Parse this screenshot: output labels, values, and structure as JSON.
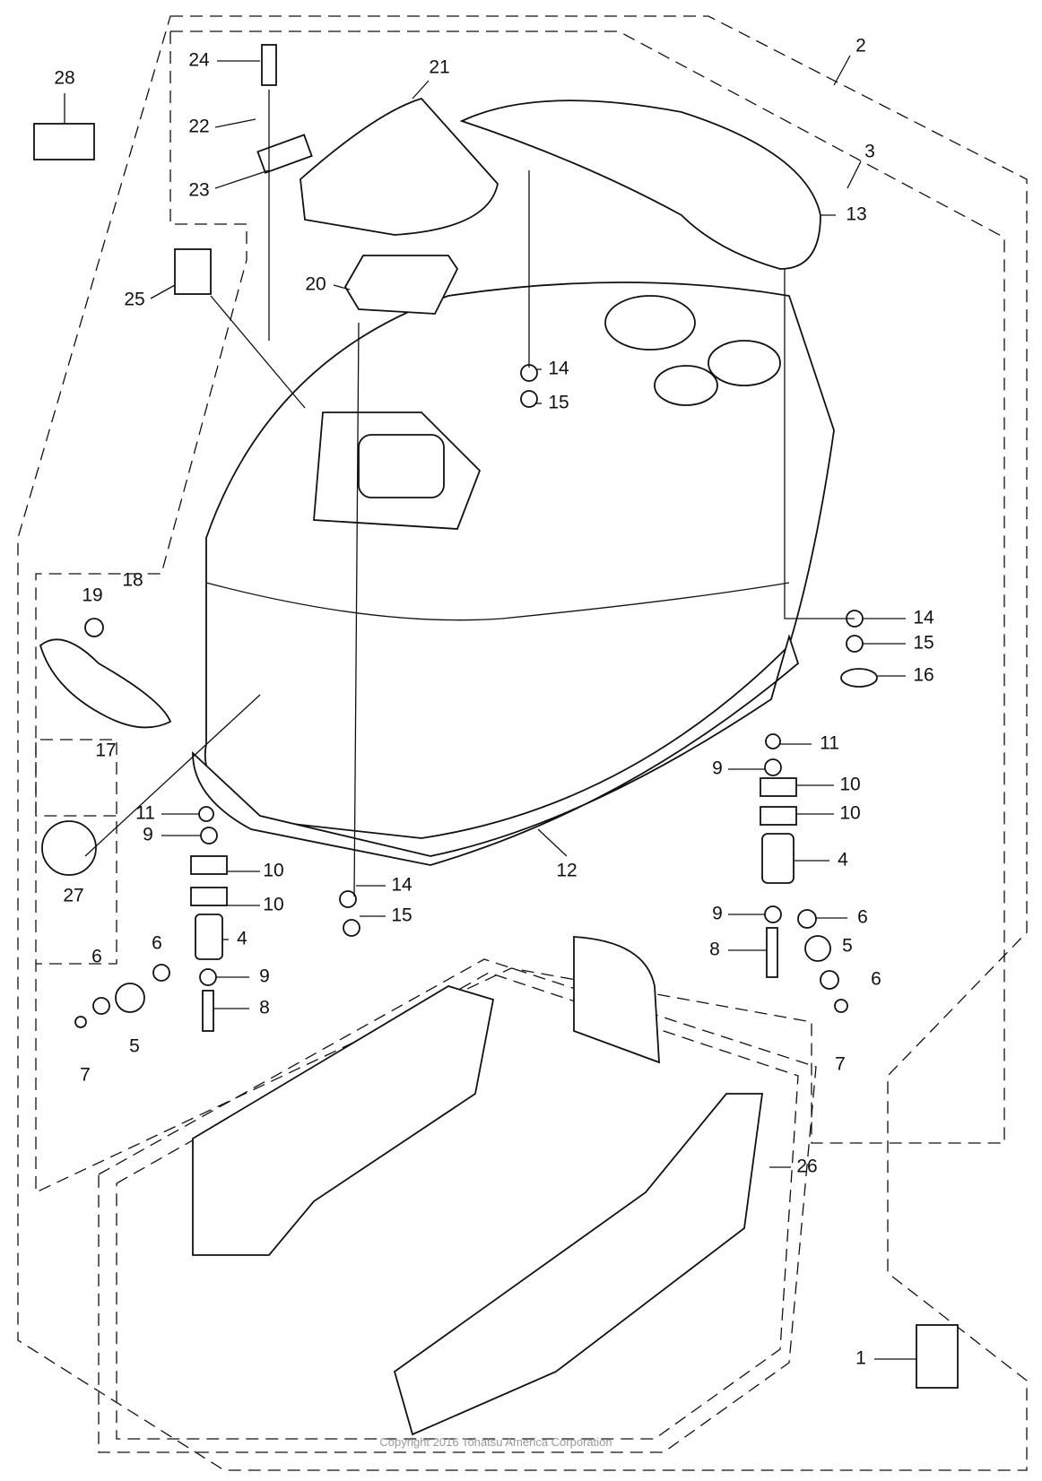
{
  "callouts": [
    "1",
    "2",
    "3",
    "4",
    "5",
    "6",
    "7",
    "8",
    "9",
    "10",
    "11",
    "12",
    "13",
    "14",
    "15",
    "16",
    "17",
    "18",
    "19",
    "20",
    "21",
    "22",
    "23",
    "24",
    "25",
    "26",
    "27",
    "28"
  ],
  "copyright": "Copyright 2016 Tohatsu America Corporation"
}
